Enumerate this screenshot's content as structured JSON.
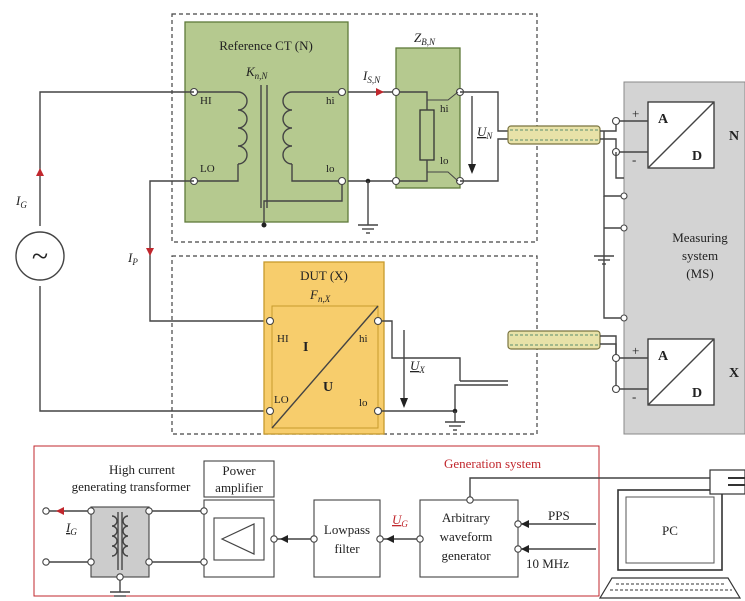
{
  "reference": {
    "title": "Reference CT (N)",
    "ratio_label": "K",
    "ratio_sub": "n,N",
    "hi_left": "HI",
    "lo_left": "LO",
    "hi_right": "hi",
    "lo_right": "lo",
    "current_label": "I",
    "current_sub": "S,N",
    "burden_label": "Z",
    "burden_sub": "B,N",
    "burden_hi": "hi",
    "burden_lo": "lo",
    "voltage_label": "U",
    "voltage_sub": "N"
  },
  "dut": {
    "title": "DUT (X)",
    "factor_label": "F",
    "factor_sub": "n,X",
    "hi_left": "HI",
    "lo_left": "LO",
    "hi_right": "hi",
    "lo_right": "lo",
    "letter_i": "I",
    "letter_u": "U",
    "voltage_label": "U",
    "voltage_sub": "X"
  },
  "source": {
    "current_label": "I",
    "current_sub": "G",
    "branch_label": "I",
    "branch_sub": "P",
    "symbol": "~"
  },
  "measuring": {
    "ch_a": "A",
    "ch_d": "D",
    "ch_n": "N",
    "ch_x": "X",
    "plus": "+",
    "minus": "-",
    "label_line1": "Measuring",
    "label_line2": "system",
    "label_line3": "(MS)"
  },
  "generation": {
    "title": "Generation system",
    "transformer_line1": "High current",
    "transformer_line2": "generating transformer",
    "power_line1": "Power",
    "power_line2": "amplifier",
    "lowpass_line1": "Lowpass",
    "lowpass_line2": "filter",
    "awg_line1": "Arbitrary",
    "awg_line2": "waveform",
    "awg_line3": "generator",
    "ug_label": "U",
    "ug_sub": "G",
    "ig_label": "I",
    "ig_sub": "G",
    "pps": "PPS",
    "ten_mhz": "10 MHz",
    "pc": "PC"
  },
  "colors": {
    "green_fill": "#b5c98f",
    "green_stroke": "#5f7a3a",
    "yellow_fill": "#f7cd6c",
    "yellow_stroke": "#c79a2c",
    "ms_fill": "#d3d3d3",
    "red": "#c1272d"
  }
}
